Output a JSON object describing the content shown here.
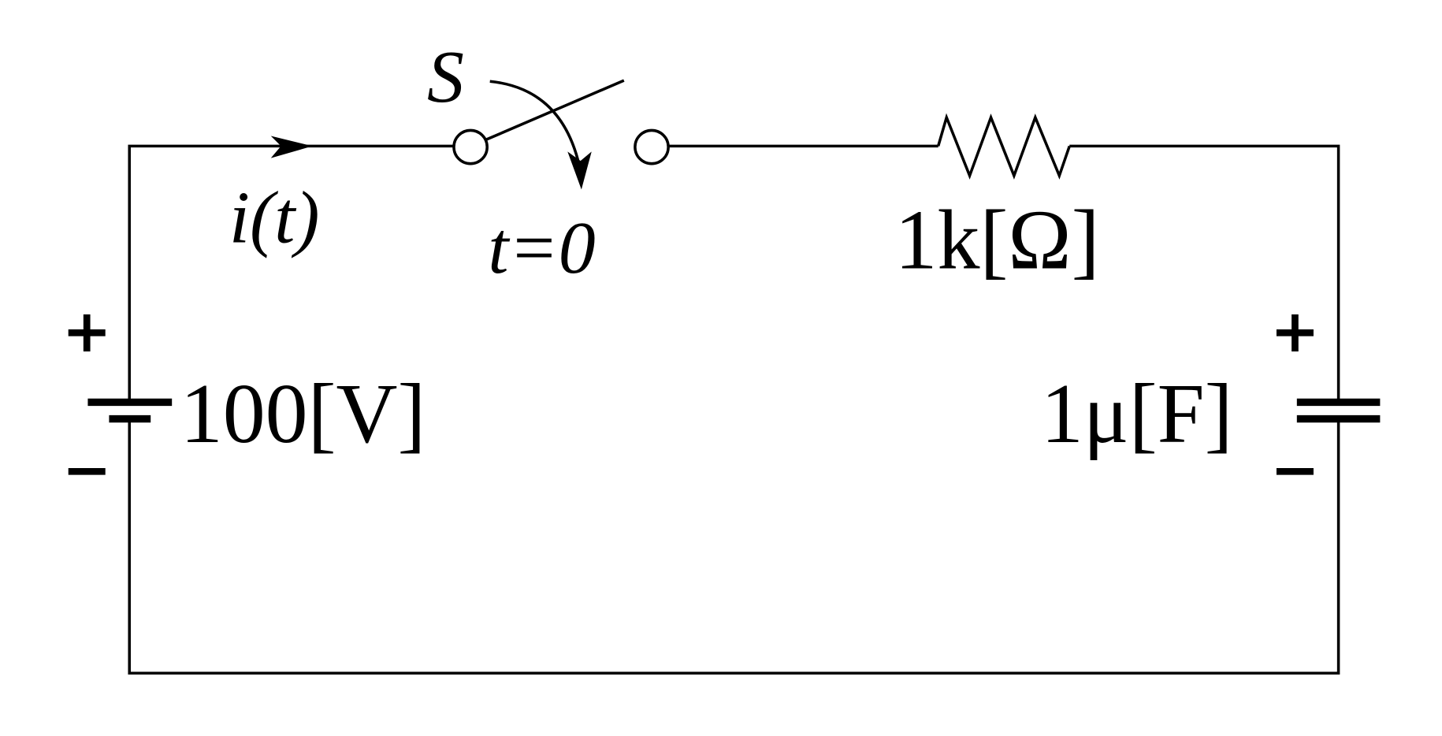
{
  "switch": {
    "name": "S",
    "time_label": "t=0"
  },
  "current": {
    "label": "i(t)"
  },
  "source": {
    "label": "100[V]",
    "plus": "+",
    "minus": "−"
  },
  "resistor": {
    "label": "1k[Ω]"
  },
  "capacitor": {
    "label": "1μ[F]",
    "plus": "+",
    "minus": "−"
  },
  "colors": {
    "stroke": "#000000",
    "background": "#ffffff"
  }
}
